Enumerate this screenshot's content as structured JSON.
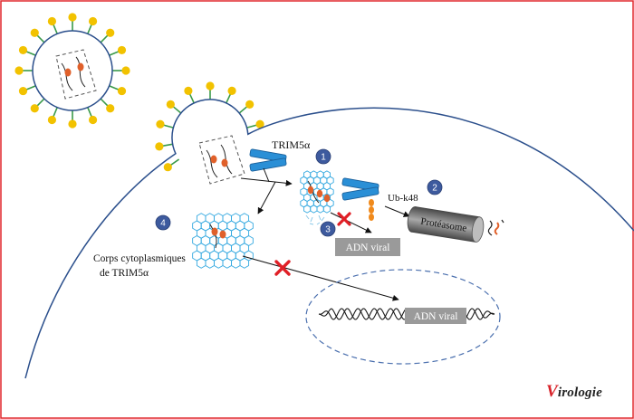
{
  "labels": {
    "trim5a": "TRIM5α",
    "ubk48": "Ub-k48",
    "proteasome": "Protéasome",
    "viral_dna_cytoplasm": "ADN viral",
    "viral_dna_nucleus": "ADN viral",
    "corps_line1": "Corps cytoplasmiques",
    "corps_line2": "de TRIM5α"
  },
  "steps": [
    "1",
    "2",
    "3",
    "4"
  ],
  "logo": {
    "text": "Virologie"
  },
  "colors": {
    "border": "#e0262b",
    "membrane": "#2b4f8c",
    "spike_stem": "#3a9a4a",
    "spike_head": "#f2c200",
    "lattice": "#35a9e0",
    "step_badge": "#3d5a9e",
    "cross": "#e01f26",
    "rna_dot": "#e0602a",
    "ub_chain": "#f08a1c",
    "dna_box": "#9a9a9a",
    "trim": "#2a8fd6"
  }
}
